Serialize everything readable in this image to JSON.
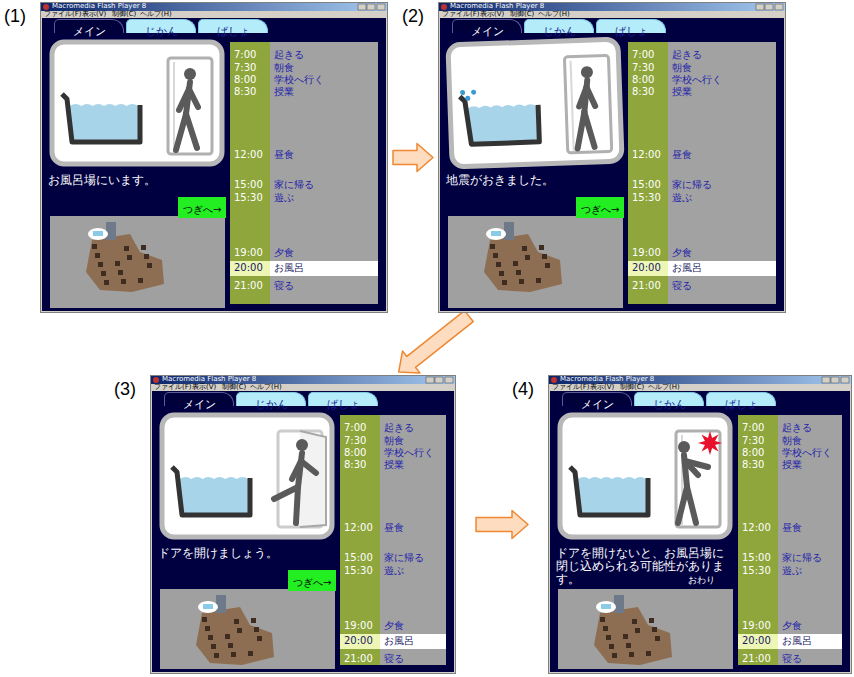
{
  "diagram": {
    "nodes": [
      {
        "text": [
          "(1)",
          "Macromedia Flash Player 8",
          "ファイル(F)",
          "表示(V)",
          "制御(C)",
          "ヘルプ(H)"
        ]
      },
      {
        "text": [
          "メイン"
        ],
        "in": 0
      },
      {
        "text": [
          "じかん"
        ],
        "in": 0
      },
      {
        "text": [
          "ばしょ"
        ],
        "in": 0
      },
      {
        "text": [
          "7:00",
          "起きる",
          "7:30",
          "朝食",
          "8:00",
          "学校へ行く",
          "8:30",
          "授業",
          "12:00",
          "昼食",
          "15:00",
          "家に帰る",
          "15:30",
          "遊ぶ",
          "19:00",
          "夕食",
          "21:00",
          "寝る"
        ],
        "in": 0
      },
      {
        "text": [
          "20:00",
          "お風呂"
        ],
        "in": 4
      },
      {
        "text": [
          "つぎへ→"
        ],
        "in": 0
      },
      {
        "text": [
          "(2)",
          "Macromedia Flash Player 8",
          "ファイル(F)",
          "表示(V)",
          "制御(C)",
          "ヘルプ(H)"
        ]
      },
      {
        "text": [
          "メイン"
        ],
        "in": 7
      },
      {
        "text": [
          "じかん"
        ],
        "in": 7
      },
      {
        "text": [
          "ばしょ"
        ],
        "in": 7
      },
      {
        "text": [
          "7:00",
          "起きる",
          "7:30",
          "朝食",
          "8:00",
          "学校へ行く",
          "8:30",
          "授業",
          "12:00",
          "昼食",
          "15:00",
          "家に帰る",
          "15:30",
          "遊ぶ",
          "19:00",
          "夕食",
          "21:00",
          "寝る"
        ],
        "in": 7
      },
      {
        "text": [
          "20:00",
          "お風呂"
        ],
        "in": 11
      },
      {
        "text": [
          "つぎへ→"
        ],
        "in": 7
      },
      {
        "text": [
          "(3)",
          "Macromedia Flash Player 8",
          "ファイル(F)",
          "表示(V)",
          "制御(C)",
          "ヘルプ(H)"
        ]
      },
      {
        "text": [
          "メイン"
        ],
        "in": 14
      },
      {
        "text": [
          "じかん"
        ],
        "in": 14
      },
      {
        "text": [
          "ばしょ"
        ],
        "in": 14
      },
      {
        "text": [
          "7:00",
          "起きる",
          "7:30",
          "朝食",
          "8:00",
          "学校へ行く",
          "8:30",
          "授業",
          "12:00",
          "昼食",
          "15:00",
          "家に帰る",
          "15:30",
          "遊ぶ",
          "19:00",
          "夕食",
          "21:00",
          "寝る"
        ],
        "in": 14
      },
      {
        "text": [
          "20:00",
          "お風呂"
        ],
        "in": 18
      },
      {
        "text": [
          "つぎへ→"
        ],
        "in": 14
      },
      {
        "text": [
          "(4)",
          "Macromedia Flash Player 8",
          "ファイル(F)",
          "表示(V)",
          "制御(C)",
          "ヘルプ(H)"
        ]
      },
      {
        "text": [
          "メイン"
        ],
        "in": 21
      },
      {
        "text": [
          "じかん"
        ],
        "in": 21
      },
      {
        "text": [
          "ばしょ"
        ],
        "in": 21
      },
      {
        "text": [
          "7:00",
          "起きる",
          "7:30",
          "朝食",
          "8:00",
          "学校へ行く",
          "8:30",
          "授業",
          "12:00",
          "昼食",
          "15:00",
          "家に帰る",
          "15:30",
          "遊ぶ",
          "19:00",
          "夕食",
          "21:00",
          "寝る"
        ],
        "in": 21
      },
      {
        "text": [
          "20:00",
          "お風呂"
        ],
        "in": 25
      }
    ],
    "edges": [
      {
        "from": 0,
        "to": 7,
        "arrow": "to"
      },
      {
        "from": 7,
        "to": 14,
        "arrow": "to"
      },
      {
        "from": 14,
        "to": 21,
        "arrow": "to"
      }
    ],
    "labels": [
      "お風呂場にいます。",
      "地震がおきました。",
      "ドアを開けましょう。",
      "ドアを開けないと、お風呂場に閉じ込められる可能性があります。",
      "おわり"
    ]
  }
}
